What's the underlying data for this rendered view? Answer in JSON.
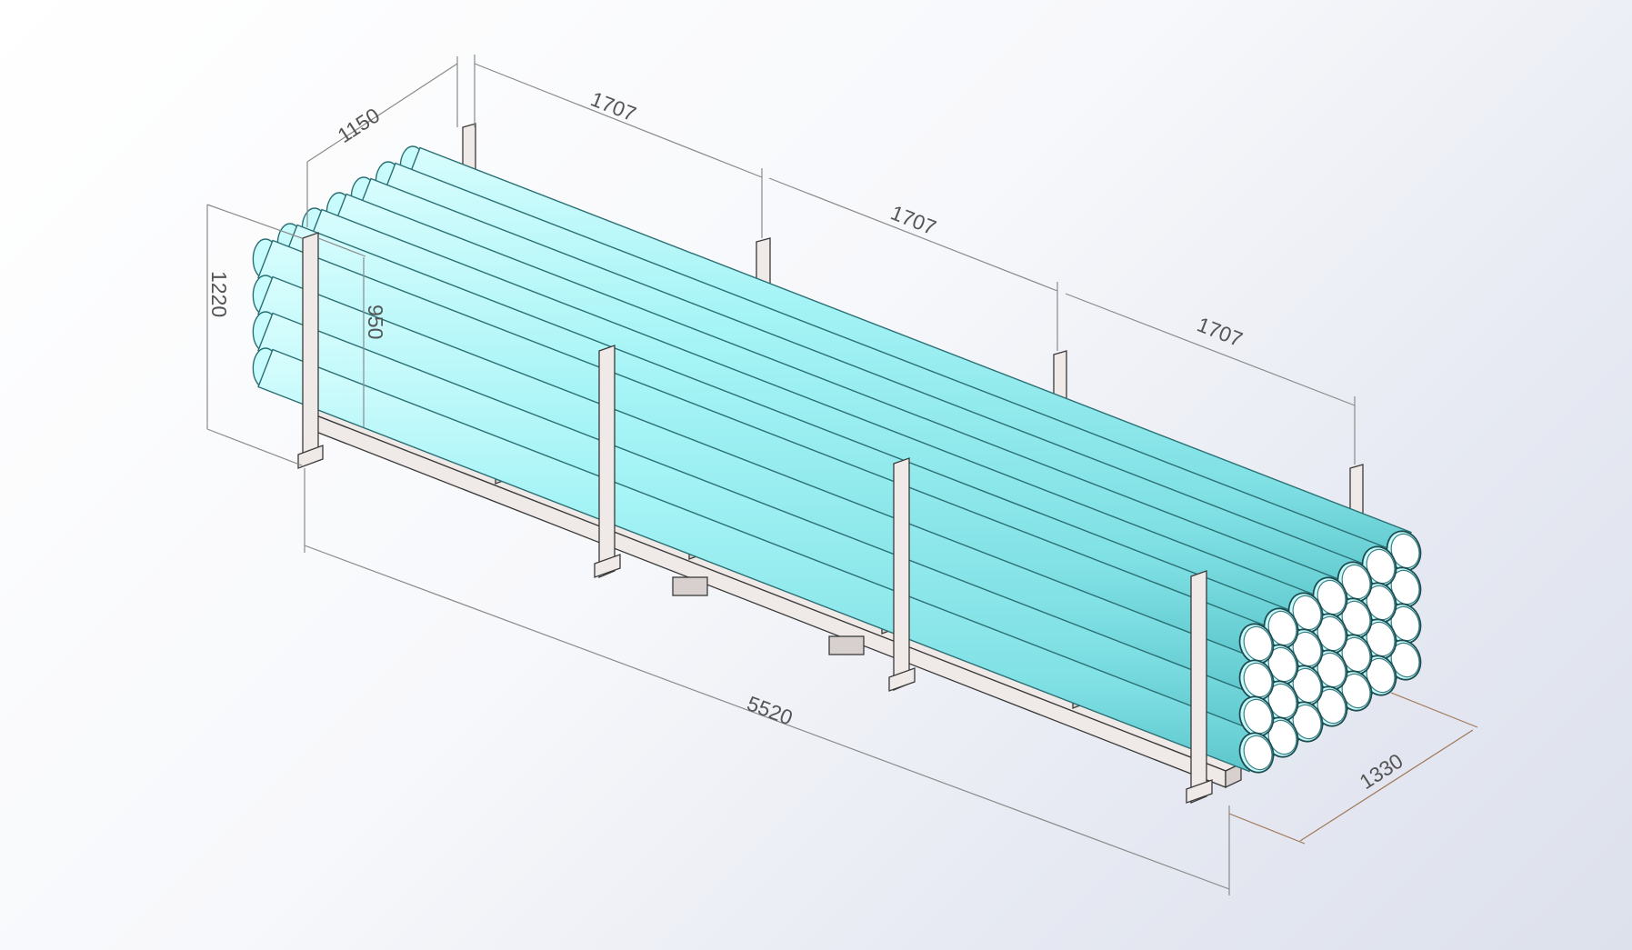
{
  "drawing": {
    "dimensions": {
      "depth_top": "1150",
      "post_spacing_1": "1707",
      "post_spacing_2": "1707",
      "post_spacing_3": "1707",
      "overall_height": "1220",
      "post_height": "950",
      "overall_length": "5520",
      "overall_width": "1330"
    },
    "pipe_count": 28,
    "colors": {
      "pipe": "#9ff2f4",
      "pipe_edge": "#2a6f73",
      "frame": "#efe9e7",
      "dimension_line": "#8a8a8a",
      "width_dimension_line": "#a0785a"
    }
  }
}
